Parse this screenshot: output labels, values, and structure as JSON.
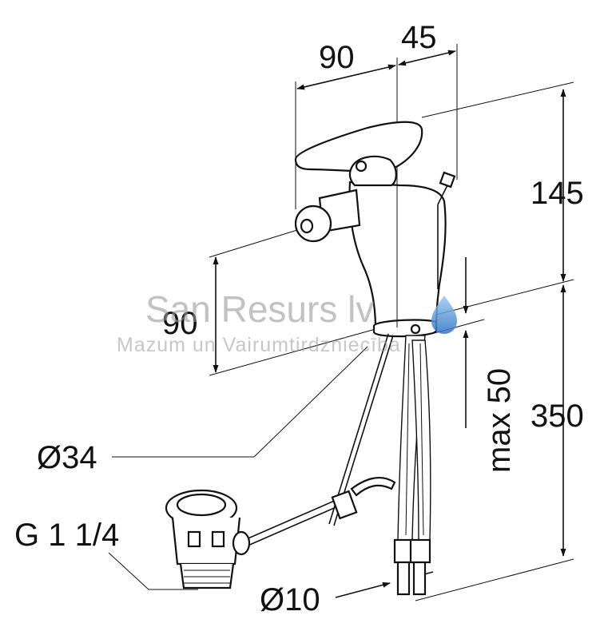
{
  "dimensions": {
    "top_width_left": "90",
    "top_width_right": "45",
    "height_lever": "145",
    "height_spout": "90",
    "height_total": "350",
    "max_thickness": "max 50",
    "hole_diameter": "Ø34",
    "waste_thread": "G 1 1/4",
    "hose_diameter": "Ø10"
  },
  "watermark": {
    "title": "San Resurs lv",
    "subtitle": "Mazum un Vairumtirdzniecība"
  },
  "colors": {
    "line": "#111111",
    "watermark_text": "#9a9a9a",
    "drop_icon": "#4a90d9"
  }
}
